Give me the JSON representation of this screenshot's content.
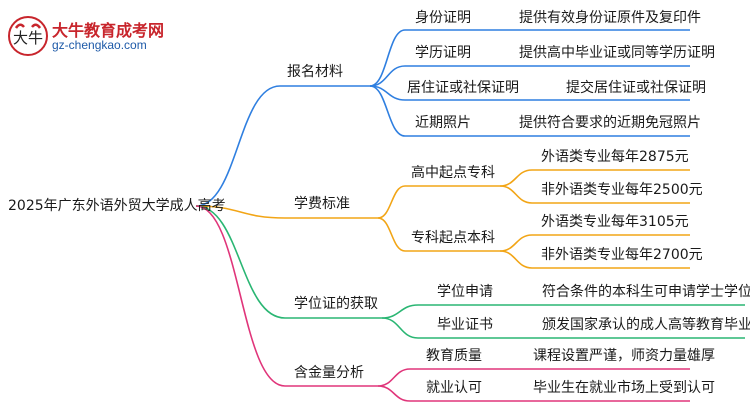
{
  "logo": {
    "title": "大牛教育成考网",
    "url": "gz-chengkao.com"
  },
  "root": "2025年广东外语外贸大学成人高考",
  "branches": [
    {
      "label": "报名材料",
      "color": "#2f7fe0",
      "children": [
        {
          "label": "身份证明",
          "detail": "提供有效身份证原件及复印件"
        },
        {
          "label": "学历证明",
          "detail": "提供高中毕业证或同等学历证明"
        },
        {
          "label": "居住证或社保证明",
          "detail": "提交居住证或社保证明"
        },
        {
          "label": "近期照片",
          "detail": "提供符合要求的近期免冠照片"
        }
      ]
    },
    {
      "label": "学费标准",
      "color": "#f2a516",
      "children": [
        {
          "label": "高中起点专科",
          "items": [
            "外语类专业每年2875元",
            "非外语类专业每年2500元"
          ]
        },
        {
          "label": "专科起点本科",
          "items": [
            "外语类专业每年3105元",
            "非外语类专业每年2700元"
          ]
        }
      ]
    },
    {
      "label": "学位证的获取",
      "color": "#2ab673",
      "children": [
        {
          "label": "学位申请",
          "detail": "符合条件的本科生可申请学士学位"
        },
        {
          "label": "毕业证书",
          "detail": "颁发国家承认的成人高等教育毕业证书"
        }
      ]
    },
    {
      "label": "含金量分析",
      "color": "#e0357a",
      "children": [
        {
          "label": "教育质量",
          "detail": "课程设置严谨，师资力量雄厚"
        },
        {
          "label": "就业认可",
          "detail": "毕业生在就业市场上受到认可"
        }
      ]
    }
  ]
}
